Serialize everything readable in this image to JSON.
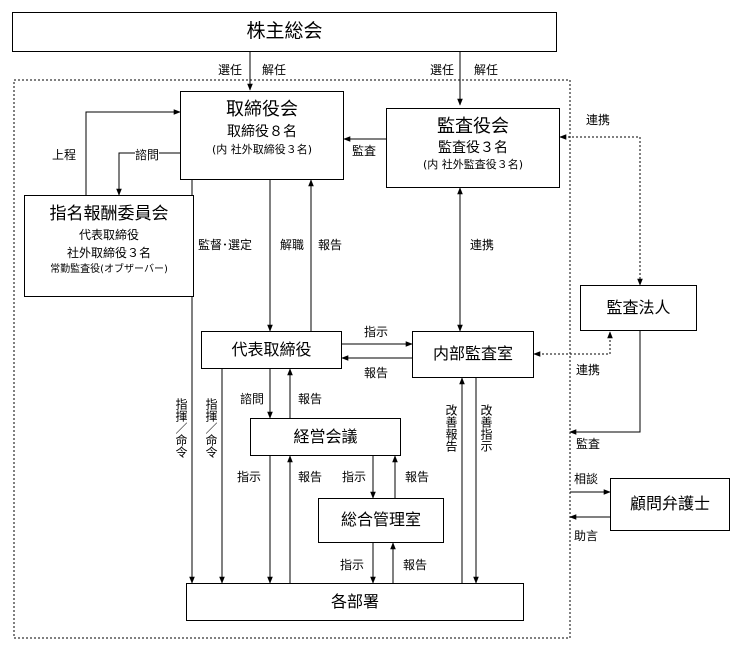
{
  "boxes": {
    "shareholders": "株主総会",
    "board": {
      "title": "取締役会",
      "members": "取締役８名",
      "outside": "(内 社外取締役３名)"
    },
    "auditors": {
      "title": "監査役会",
      "members": "監査役３名",
      "outside": "(内 社外監査役３名)"
    },
    "nomination": {
      "title": "指名報酬委員会",
      "line1": "代表取締役",
      "line2": "社外取締役３名",
      "line3": "常勤監査役(オブザーバー)"
    },
    "ceo": "代表取締役",
    "internal_audit": "内部監査室",
    "audit_firm": "監査法人",
    "management_meeting": "経営会議",
    "general_admin": "総合管理室",
    "departments": "各部署",
    "legal_counsel": "顧問弁護士"
  },
  "labels": {
    "elect_board": "選任",
    "dismiss_board": "解任",
    "elect_auditors": "選任",
    "dismiss_auditors": "解任",
    "report_up": "上程",
    "consult": "諮問",
    "audit": "監査",
    "collab_auditors_firm": "連携",
    "collab_auditors_internal": "連携",
    "supervise_select": "監督･選定",
    "dismiss_ceo": "解職",
    "report_ceo": "報告",
    "instruct_internal": "指示",
    "report_internal": "報告",
    "collab_firm_internal": "連携",
    "firm_audit": "監査",
    "consultation": "相談",
    "advice": "助言",
    "board_command": "指揮／命令",
    "ceo_command": "指揮／命令",
    "consult_meeting": "諮問",
    "report_meeting": "報告",
    "improve_report": "改善報告",
    "improve_instruct": "改善指示",
    "instruct_meeting_dept": "指示",
    "report_dept_meeting": "報告",
    "instruct_admin": "指示",
    "report_admin": "報告",
    "instruct_admin_dept": "指示",
    "report_dept_admin": "報告"
  }
}
